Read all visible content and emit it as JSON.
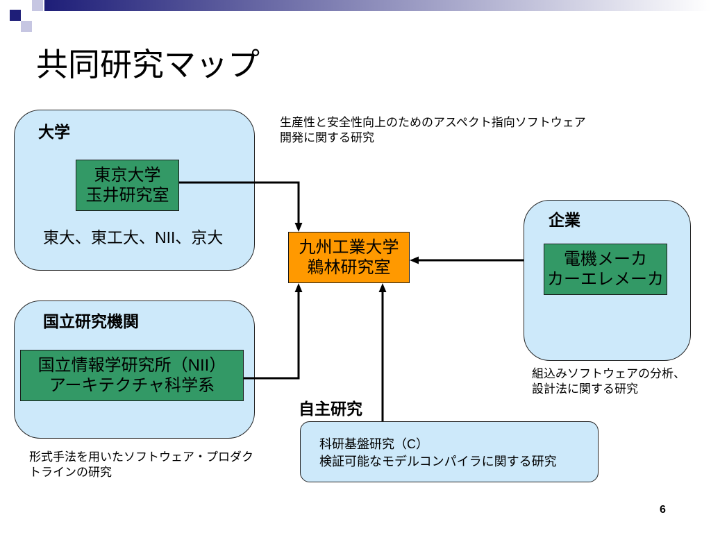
{
  "colors": {
    "panel_fill": "#cde9fa",
    "panel_border": "#222222",
    "lab_fill": "#339966",
    "center_fill": "#ff9900",
    "header_navy": "#1e1e78",
    "header_light": "#c6c6e2",
    "connector": "#000000"
  },
  "slide": {
    "title": "共同研究マップ",
    "page_number": "6"
  },
  "university": {
    "heading": "大学",
    "lab_lines": [
      "東京大学",
      "玉井研究室"
    ],
    "members": "東大、東工大、NII、京大",
    "topic_lines": [
      "生産性と安全性向上のためのアスペクト指向ソフトウェア",
      "開発に関する研究"
    ]
  },
  "national_institute": {
    "heading": "国立研究機関",
    "lab_lines": [
      "国立情報学研究所（NII）",
      "アーキテクチャ科学系"
    ],
    "topic_lines": [
      "形式手法を用いたソフトウェア・プロダク",
      "トラインの研究"
    ]
  },
  "center_lab": {
    "name_lines": [
      "九州工業大学",
      "鵜林研究室"
    ]
  },
  "industry": {
    "heading": "企業",
    "partner_lines": [
      "電機メーカ",
      "カーエレメーカ"
    ],
    "topic_lines": [
      "組込みソフトウェアの分析、",
      "設計法に関する研究"
    ]
  },
  "independent_research": {
    "heading": "自主研究",
    "grant_lines": [
      "科研基盤研究（C）",
      "検証可能なモデルコンパイラに関する研究"
    ]
  }
}
